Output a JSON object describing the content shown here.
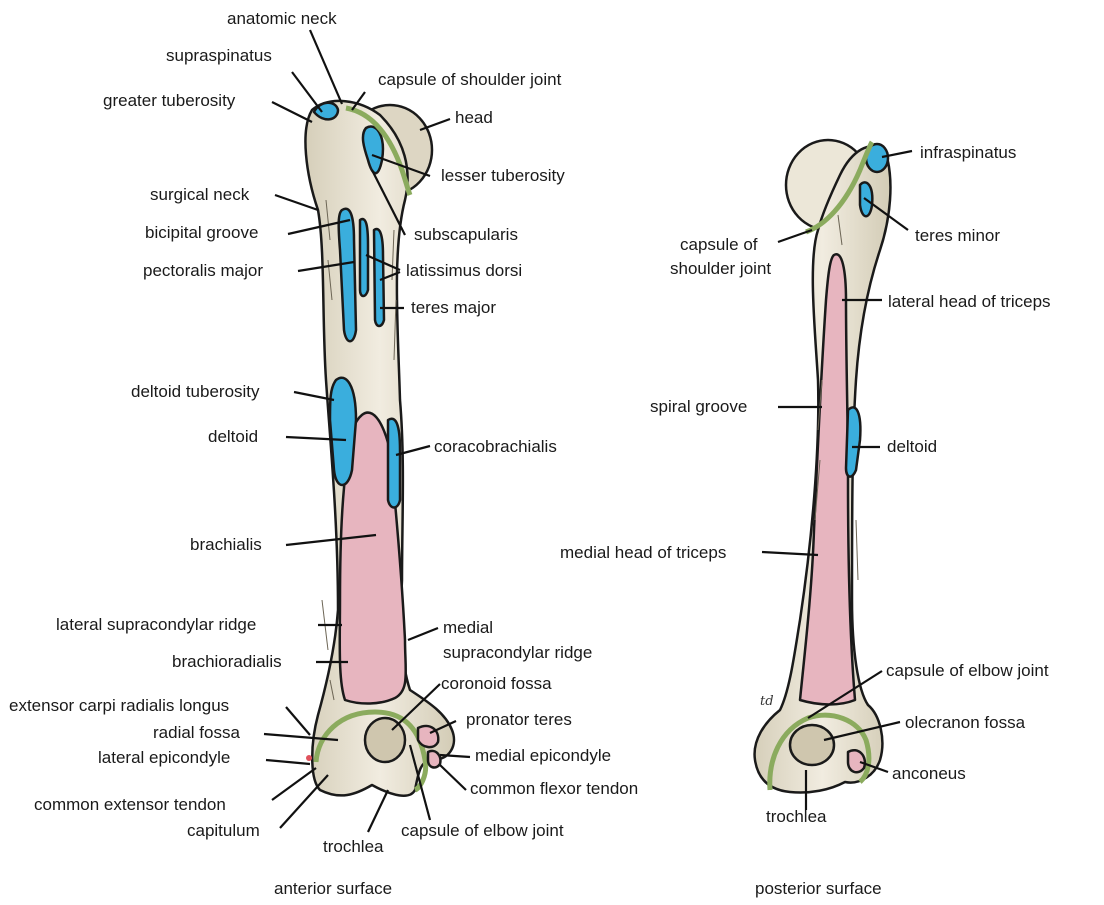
{
  "anterior": {
    "caption": "anterior surface",
    "labels": {
      "anatomic_neck": "anatomic neck",
      "supraspinatus": "supraspinatus",
      "capsule_shoulder": "capsule of shoulder joint",
      "greater_tuberosity": "greater tuberosity",
      "head": "head",
      "lesser_tuberosity": "lesser tuberosity",
      "surgical_neck": "surgical neck",
      "bicipital_groove": "bicipital groove",
      "subscapularis": "subscapularis",
      "pectoralis_major": "pectoralis major",
      "latissimus_dorsi": "latissimus dorsi",
      "teres_major": "teres major",
      "deltoid_tuberosity": "deltoid tuberosity",
      "deltoid": "deltoid",
      "coracobrachialis": "coracobrachialis",
      "brachialis": "brachialis",
      "lateral_supracondylar_ridge": "lateral supracondylar ridge",
      "medial_supracondylar_ridge_1": "medial",
      "medial_supracondylar_ridge_2": "supracondylar ridge",
      "brachioradialis": "brachioradialis",
      "coronoid_fossa": "coronoid fossa",
      "ecrl": "extensor carpi radialis longus",
      "pronator_teres": "pronator teres",
      "radial_fossa": "radial fossa",
      "lateral_epicondyle": "lateral epicondyle",
      "medial_epicondyle": "medial epicondyle",
      "common_extensor_tendon": "common extensor tendon",
      "common_flexor_tendon": "common flexor tendon",
      "capitulum": "capitulum",
      "capsule_elbow": "capsule of elbow joint",
      "trochlea": "trochlea"
    }
  },
  "posterior": {
    "caption": "posterior surface",
    "labels": {
      "infraspinatus": "infraspinatus",
      "teres_minor": "teres minor",
      "capsule_shoulder_1": "capsule of",
      "capsule_shoulder_2": "shoulder joint",
      "lateral_head_triceps": "lateral head of triceps",
      "spiral_groove": "spiral groove",
      "deltoid": "deltoid",
      "medial_head_triceps": "medial head of triceps",
      "capsule_elbow": "capsule of elbow joint",
      "olecranon_fossa": "olecranon fossa",
      "anconeus": "anconeus",
      "trochlea": "trochlea"
    },
    "signature": "td"
  },
  "colors": {
    "bone": "#ece7d8",
    "bone_shade": "#d9d2bd",
    "muscle_blue": "#3aaedd",
    "muscle_pink": "#e7b5bf",
    "capsule_green": "#8bab5e",
    "outline": "#1a1a1a"
  }
}
